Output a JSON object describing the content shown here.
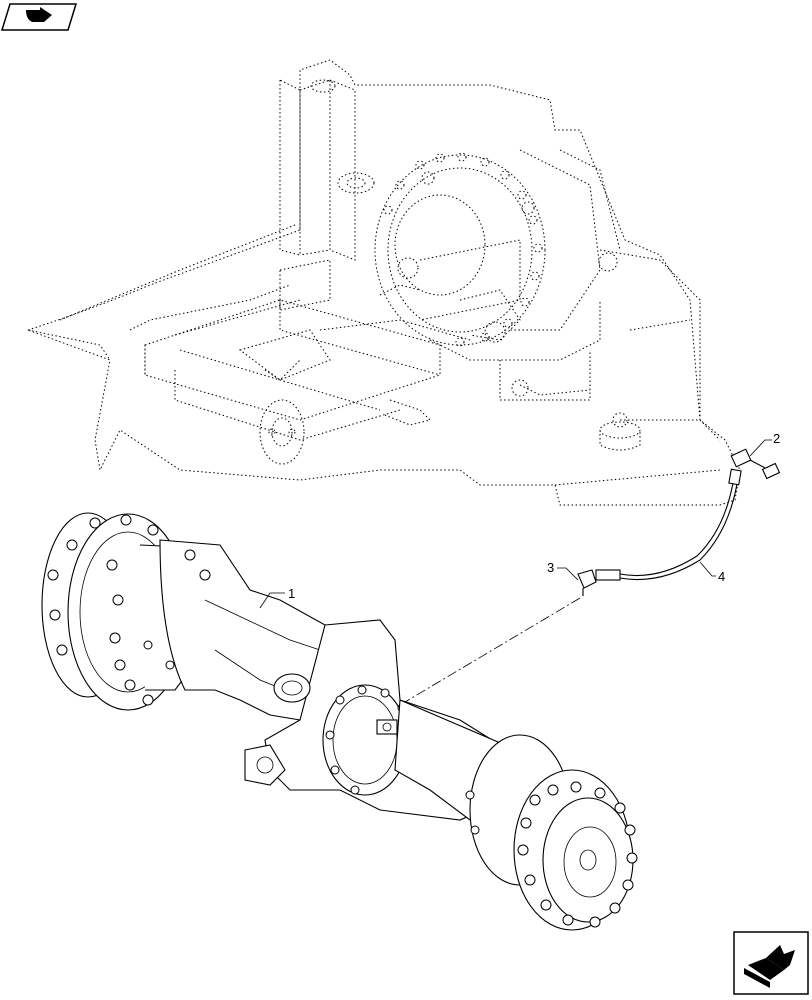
{
  "diagram": {
    "callouts": [
      {
        "id": "1",
        "label": "1"
      },
      {
        "id": "2",
        "label": "2"
      },
      {
        "id": "3",
        "label": "3"
      },
      {
        "id": "4",
        "label": "4"
      }
    ]
  },
  "icons": {
    "top_left": "previous-page-arrow-icon",
    "bottom_right": "next-page-arrow-icon"
  }
}
